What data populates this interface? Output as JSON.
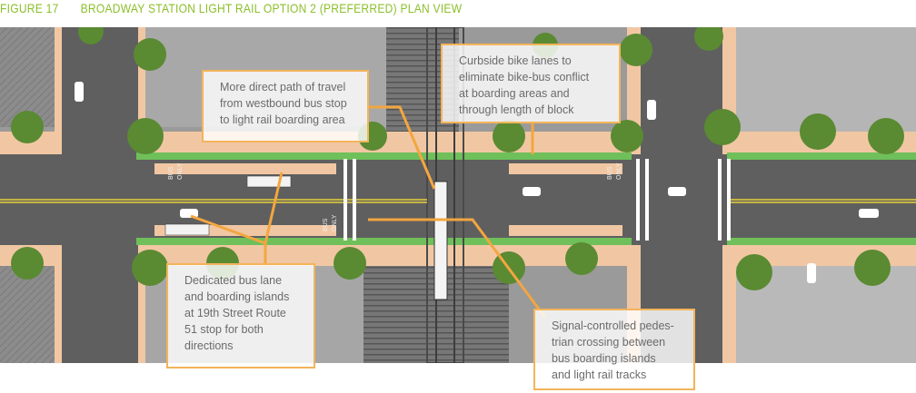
{
  "figure": {
    "number": "FIGURE 17",
    "title": "BROADWAY STATION LIGHT RAIL OPTION 2 (PREFERRED) PLAN VIEW"
  },
  "callouts": {
    "path": [
      "More direct path of travel",
      "from westbound bus stop",
      "to light rail boarding area"
    ],
    "bike": [
      "Curbside bike lanes to",
      "eliminate bike-bus conflict",
      "at boarding areas and",
      "through length of block"
    ],
    "bus": [
      "Dedicated bus lane",
      "and boarding islands",
      "at 19th Street Route",
      "51 stop for both",
      "directions"
    ],
    "crossing": [
      "Signal-controlled pedes-",
      "trian crossing between",
      "bus boarding islands",
      "and light rail tracks"
    ]
  },
  "pavement_markings": {
    "bus_left_eb": "BUS",
    "only_left_eb": "ONLY",
    "bus_left_wb": "BUS",
    "only_left_wb": "ONLY",
    "bus_right": "BUS",
    "only_right": "ONLY"
  },
  "colors": {
    "title": "#8cbf2b",
    "callout_border": "#f3b45a",
    "callout_leader": "#f3a640",
    "sidewalk": "#f1c7a3",
    "bike_lane": "#6fbf5a",
    "asphalt": "#5f5f5f",
    "tree": "#5a8a32",
    "median_stripe": "#e8d23a"
  }
}
